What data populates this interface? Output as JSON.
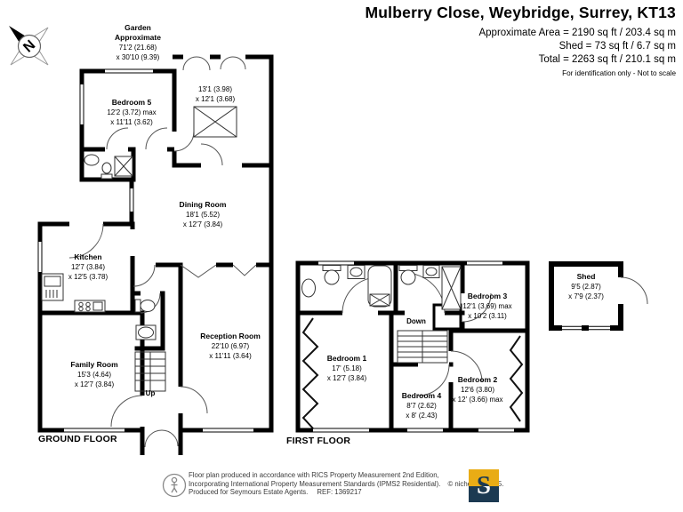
{
  "header": {
    "title": "Mulberry Close, Weybridge, Surrey, KT13",
    "area_line1": "Approximate Area = 2190 sq ft / 203.4 sq m",
    "area_line2": "Shed = 73 sq ft / 6.7 sq m",
    "area_line3": "Total = 2263 sq ft / 210.1 sq m",
    "disclaimer": "For identification only - Not to scale"
  },
  "compass": {
    "north_label": "N"
  },
  "garden": {
    "line1": "Garden",
    "line2": "Approximate",
    "dim1": "71'2 (21.68)",
    "dim2": "x 30'10 (9.39)"
  },
  "ground_floor": {
    "label": "GROUND FLOOR",
    "stairs_label": "Up",
    "rooms": {
      "open_area": {
        "dim1": "13'1 (3.98)",
        "dim2": "x 12'1 (3.68)"
      },
      "bedroom5": {
        "name": "Bedroom 5",
        "dim1": "12'2 (3.72) max",
        "dim2": "x 11'11 (3.62)"
      },
      "dining": {
        "name": "Dining Room",
        "dim1": "18'1 (5.52)",
        "dim2": "x 12'7 (3.84)"
      },
      "kitchen": {
        "name": "Kitchen",
        "dim1": "12'7 (3.84)",
        "dim2": "x 12'5 (3.78)"
      },
      "family": {
        "name": "Family Room",
        "dim1": "15'3 (4.64)",
        "dim2": "x 12'7 (3.84)"
      },
      "reception": {
        "name": "Reception Room",
        "dim1": "22'10 (6.97)",
        "dim2": "x 11'11 (3.64)"
      }
    }
  },
  "first_floor": {
    "label": "FIRST FLOOR",
    "stairs_label": "Down",
    "rooms": {
      "bedroom1": {
        "name": "Bedroom 1",
        "dim1": "17' (5.18)",
        "dim2": "x 12'7 (3.84)"
      },
      "bedroom2": {
        "name": "Bedroom 2",
        "dim1": "12'6 (3.80)",
        "dim2": "x 12' (3.66) max"
      },
      "bedroom3": {
        "name": "Bedroom 3",
        "dim1": "12'1 (3.69) max",
        "dim2": "x 10'2 (3.11)"
      },
      "bedroom4": {
        "name": "Bedroom 4",
        "dim1": "8'7 (2.62)",
        "dim2": "x 8' (2.43)"
      }
    }
  },
  "shed": {
    "name": "Shed",
    "dim1": "9'5 (2.87)",
    "dim2": "x 7'9 (2.37)"
  },
  "footer": {
    "line1": "Floor plan produced in accordance with RICS Property Measurement 2nd Edition,",
    "line2": "Incorporating International Property Measurement Standards (IPMS2 Residential).",
    "copyright": "© nichecom 2025.",
    "line3": "Produced for Seymours Estate Agents.",
    "ref": "REF: 1369217",
    "logo_letter": "S"
  },
  "colors": {
    "logo_gold": "#E9AC15",
    "logo_navy": "#1C3A52",
    "wall": "#000000"
  }
}
